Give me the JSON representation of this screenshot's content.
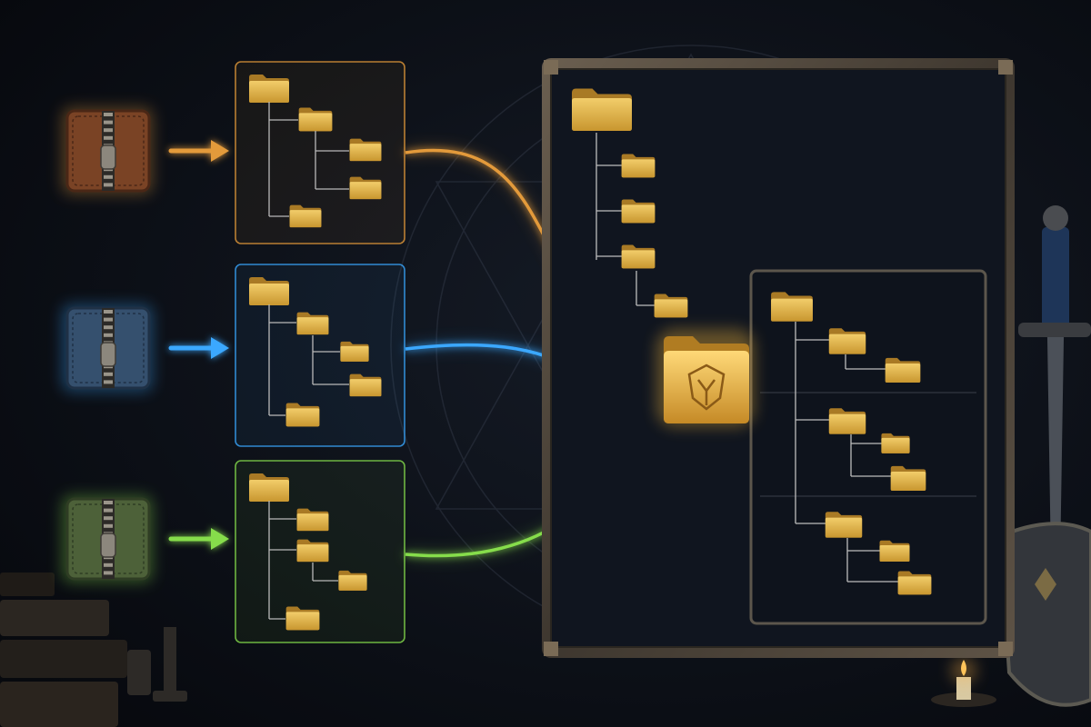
{
  "archives": [
    {
      "id": "orange",
      "color": "#e39a3a",
      "leather": "#7a4325",
      "leather_dark": "#4a2716"
    },
    {
      "id": "blue",
      "color": "#3aa8ff",
      "leather": "#35506e",
      "leather_dark": "#1f3146"
    },
    {
      "id": "green",
      "color": "#86dd4c",
      "leather": "#4d6139",
      "leather_dark": "#2f3d24"
    }
  ],
  "colors": {
    "background": "#0b0f17",
    "folder": "#e0b650",
    "folder_dark": "#b8892f",
    "tree_line": "#c9c9c9",
    "frame": "#5a5044",
    "merged_glow": "#ffc94a"
  },
  "icons": [
    "zip-archive-icon",
    "folder-icon",
    "merged-folder-emblem-icon",
    "arrow-icon",
    "sword-icon",
    "shield-icon",
    "candle-icon",
    "books-icon"
  ]
}
